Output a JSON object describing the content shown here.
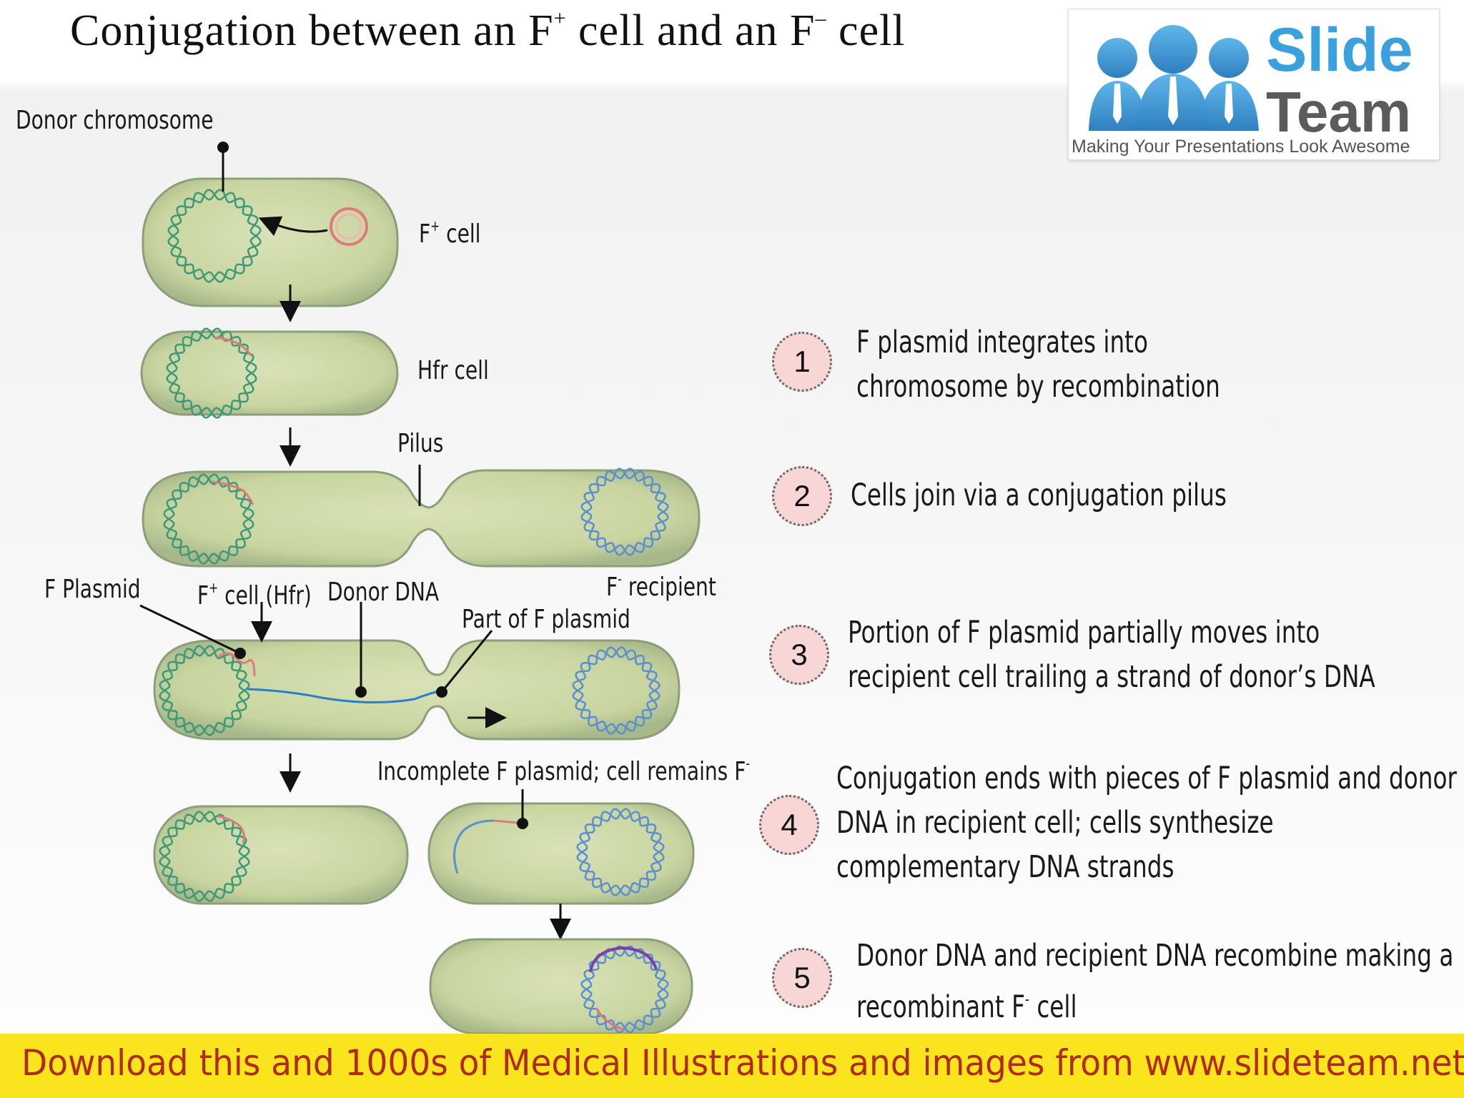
{
  "title": {
    "part1": "Conjugation between an F",
    "sup1": "+",
    "part2": " cell and an F",
    "sup2": "–",
    "part3": " cell"
  },
  "logo": {
    "word1": "Slide",
    "word2": "Team",
    "tagline": "Making Your Presentations Look Awesome"
  },
  "labels": {
    "donor_chromosome": "Donor chromosome",
    "fplus_cell": {
      "base": "F",
      "sup": "+",
      "rest": " cell"
    },
    "hfr_cell": "Hfr cell",
    "pilus": "Pilus",
    "f_plasmid": "F Plasmid",
    "fplus_hfr": {
      "base": "F",
      "sup": "+",
      "rest": " cell (Hfr)"
    },
    "donor_dna": "Donor DNA",
    "f_recipient": {
      "base": "F",
      "sup": "-",
      "rest": " recipient"
    },
    "part_of_f_plasmid": "Part of F plasmid",
    "incomplete": {
      "base": "Incomplete F plasmid; cell remains F",
      "sup": "-"
    }
  },
  "steps": [
    {
      "number": "1",
      "lines": [
        "F plasmid integrates into",
        "chromosome by recombination"
      ]
    },
    {
      "number": "2",
      "lines": [
        "Cells join via a conjugation pilus"
      ]
    },
    {
      "number": "3",
      "lines": [
        "Portion of F plasmid partially moves into",
        "recipient cell trailing a strand of donor’s DNA"
      ]
    },
    {
      "number": "4",
      "lines": [
        "Conjugation ends with pieces of F plasmid and donor",
        "DNA in recipient cell; cells synthesize",
        "complementary DNA strands"
      ]
    },
    {
      "number": "5",
      "line1": "Donor DNA and recipient DNA recombine making a",
      "line2_base": "recombinant F",
      "line2_sup": "-",
      "line2_rest": " cell"
    }
  ],
  "banner": "Download this and 1000s of Medical Illustrations and images from www.slideteam.net",
  "colors": {
    "cell_fill": "#cdd8a8",
    "cell_stroke": "#8ba07a",
    "donor_dna": "#3d9a78",
    "recipient_dna": "#5a8fd0",
    "plasmid": "#e07a7a",
    "recombinant": "#7a3fb0",
    "badge_fill": "#f8d6d6",
    "banner_bg": "#f9e41e",
    "banner_text": "#b32918"
  }
}
